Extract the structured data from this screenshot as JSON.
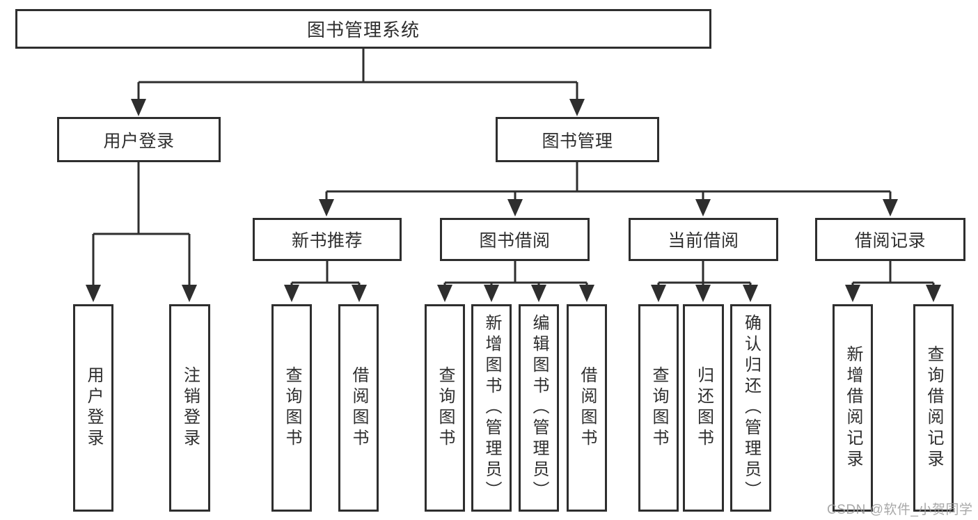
{
  "diagram": {
    "root": {
      "label": "图书管理系统"
    },
    "user_login": {
      "label": "用户登录",
      "children": [
        {
          "label": "用户登录"
        },
        {
          "label": "注销登录"
        }
      ]
    },
    "book_mgmt": {
      "label": "图书管理",
      "sections": [
        {
          "label": "新书推荐",
          "children": [
            {
              "label": "查询图书"
            },
            {
              "label": "借阅图书"
            }
          ]
        },
        {
          "label": "图书借阅",
          "children": [
            {
              "label": "查询图书"
            },
            {
              "label": "新增图书（管理员）"
            },
            {
              "label": "编辑图书（管理员）"
            },
            {
              "label": "借阅图书"
            }
          ]
        },
        {
          "label": "当前借阅",
          "children": [
            {
              "label": "查询图书"
            },
            {
              "label": "归还图书"
            },
            {
              "label": "确认归还（管理员）"
            }
          ]
        },
        {
          "label": "借阅记录",
          "children": [
            {
              "label": "新增借阅记录"
            },
            {
              "label": "查询借阅记录"
            }
          ]
        }
      ]
    }
  },
  "watermark": {
    "text": "CSDN @软件_小贺同学"
  },
  "colors": {
    "line": "#2e2e2e",
    "text": "#2e2e2e",
    "background": "#ffffff",
    "watermark": "#9a9a9a"
  }
}
